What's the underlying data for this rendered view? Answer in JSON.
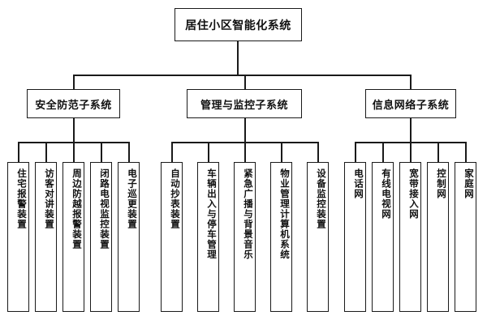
{
  "diagram": {
    "title": "居住小区智能化系统",
    "root": {
      "label": "居住小区智能化系统"
    },
    "branches": [
      {
        "label": "安全防范子系统",
        "leaves": [
          {
            "label": "住宅报警装置"
          },
          {
            "label": "访客对讲装置"
          },
          {
            "label": "周边防越报警装置"
          },
          {
            "label": "闭路电视监控装置"
          },
          {
            "label": "电子巡更装置"
          }
        ]
      },
      {
        "label": "管理与监控子系统",
        "leaves": [
          {
            "label": "自动抄表装置"
          },
          {
            "label": "车辆出入与停车管理"
          },
          {
            "label": "紧急广播与背景音乐"
          },
          {
            "label": "物业管理计算机系统"
          },
          {
            "label": "设备监控装置"
          }
        ]
      },
      {
        "label": "信息网络子系统",
        "leaves": [
          {
            "label": "电话网"
          },
          {
            "label": "有线电视网"
          },
          {
            "label": "宽带接入网"
          },
          {
            "label": "控制网"
          },
          {
            "label": "家庭网"
          }
        ]
      }
    ],
    "colors": {
      "background": "#ffffff",
      "line": "#1a1a1a",
      "text": "#111111"
    }
  }
}
